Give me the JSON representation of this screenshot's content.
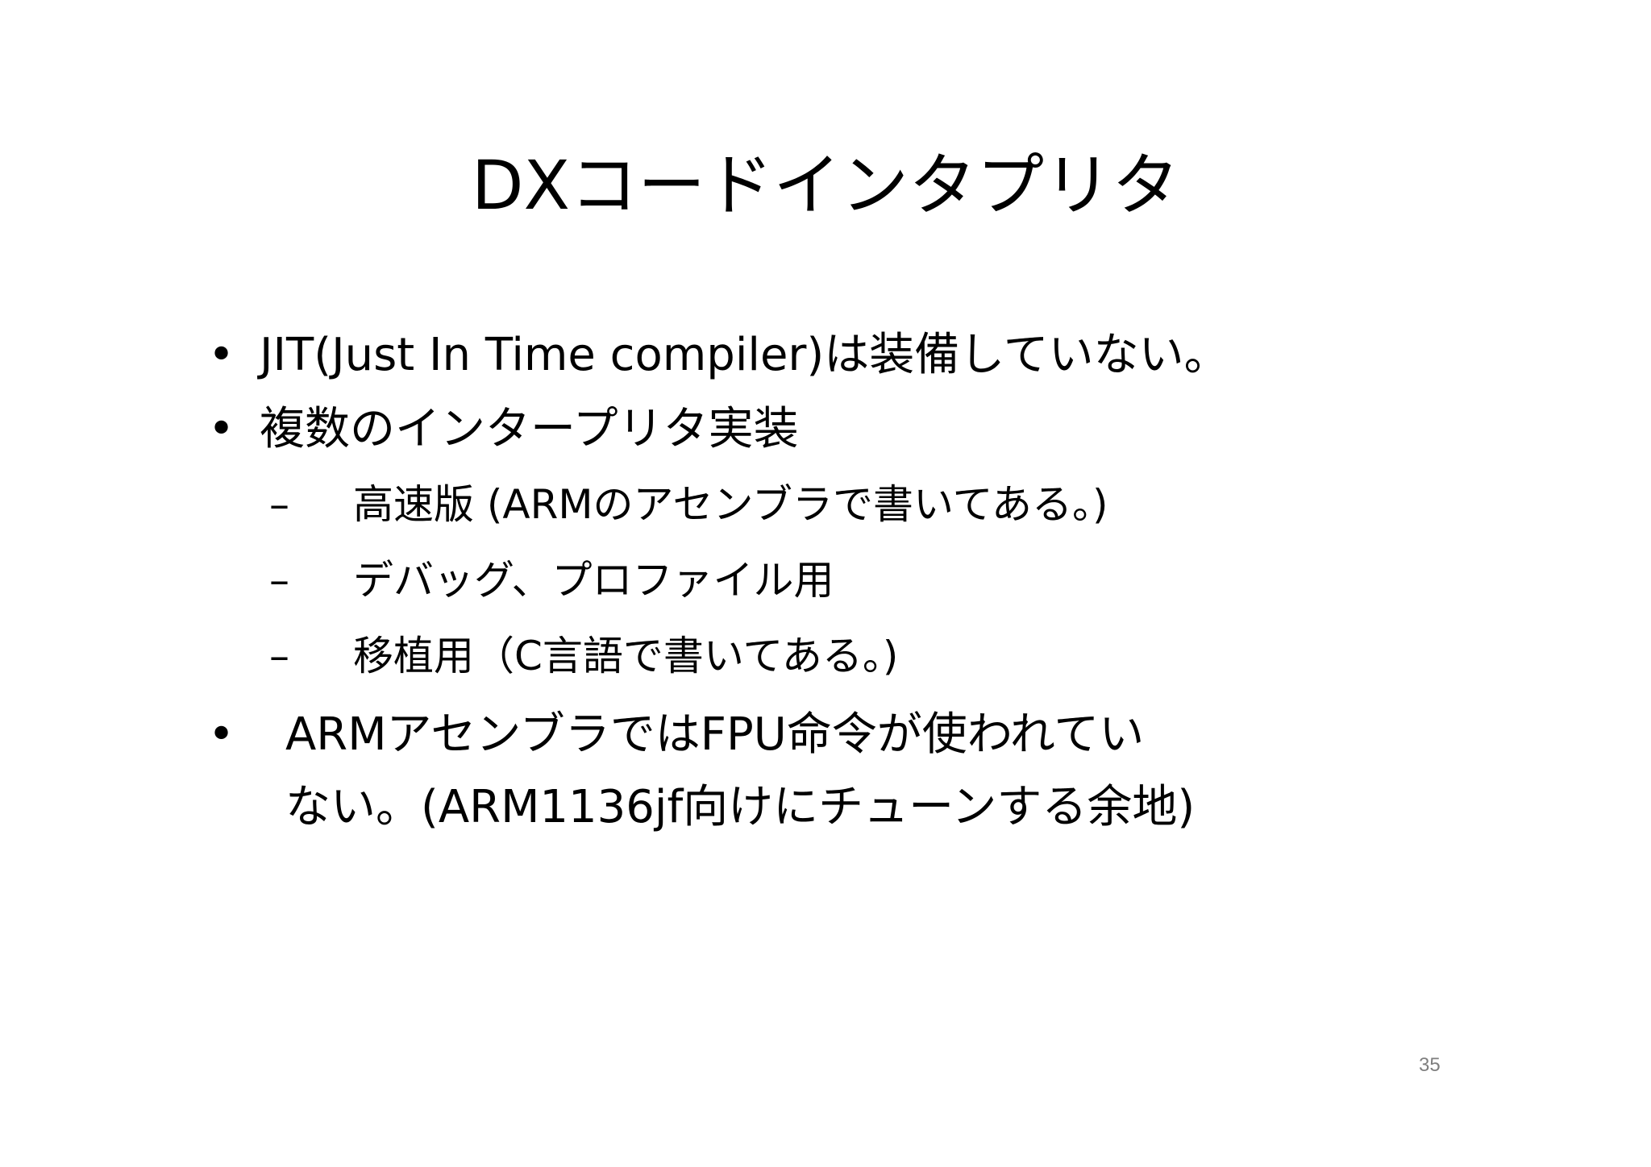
{
  "slide": {
    "title": "DXコードインタプリタ",
    "bullet_mark": "•",
    "sub_mark": "–",
    "items": [
      {
        "text": "JIT(Just In Time compiler)は装備していない。"
      },
      {
        "text": "複数のインタープリタ実装"
      },
      {
        "text": "高速版 (ARMのアセンブラで書いてある。)"
      },
      {
        "text": "デバッグ、プロファイル用"
      },
      {
        "text": "移植用（C言語で書いてある。)"
      },
      {
        "line1": "ARMアセンブラではFPU命令が使われてい",
        "line2": "ない。(ARM1136jf向けにチューンする余地)"
      }
    ],
    "page_number": "35"
  }
}
